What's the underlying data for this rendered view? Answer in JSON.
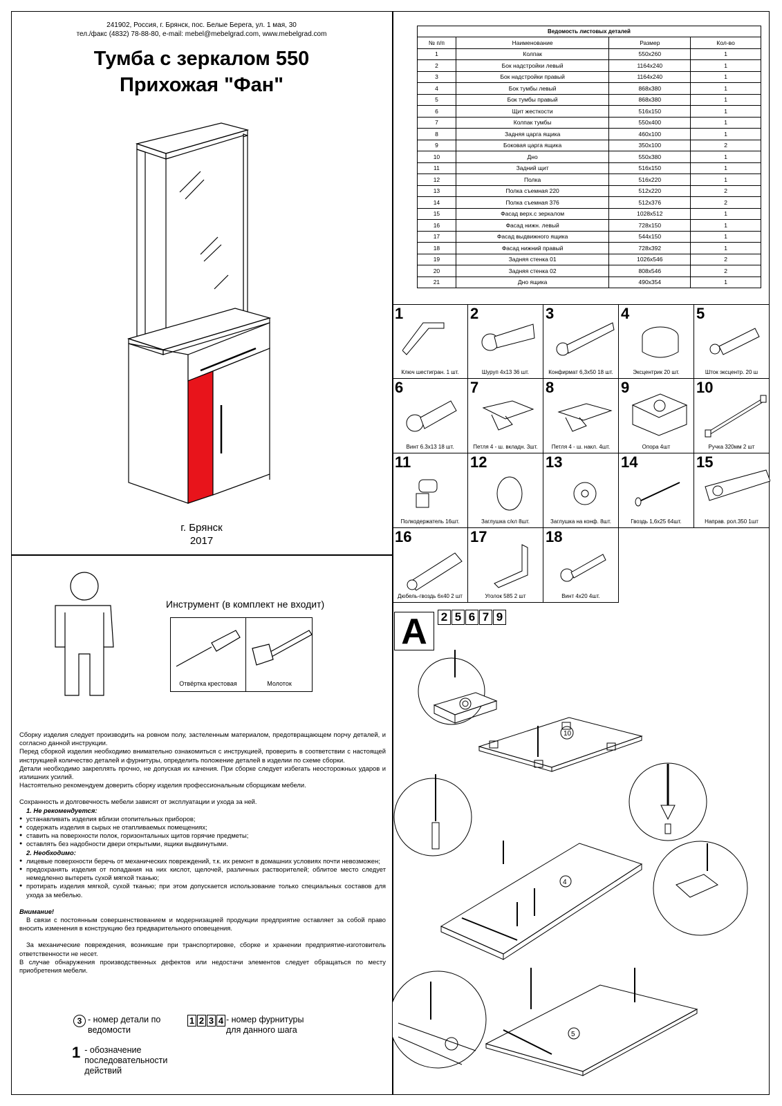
{
  "header": {
    "address_line1": "241902, Россия, г. Брянск, пос. Белые Берега, ул. 1 мая, 30",
    "address_line2": "тел./факс (4832) 78-88-80, e-mail: mebel@mebelgrad.com, www.mebelgrad.com",
    "title_line1": "Тумба с зеркалом 550",
    "title_line2": "Прихожая \"Фан\"",
    "city": "г. Брянск",
    "year": "2017"
  },
  "parts_table": {
    "caption": "Ведомость листовых деталей",
    "headers": [
      "№ п/п",
      "Наименование",
      "Размер",
      "Кол-во"
    ],
    "rows": [
      [
        "1",
        "Колпак",
        "550х260",
        "1"
      ],
      [
        "2",
        "Бок надстройки левый",
        "1164х240",
        "1"
      ],
      [
        "3",
        "Бок надстройки правый",
        "1164х240",
        "1"
      ],
      [
        "4",
        "Бок тумбы левый",
        "868х380",
        "1"
      ],
      [
        "5",
        "Бок тумбы правый",
        "868х380",
        "1"
      ],
      [
        "6",
        "Щит жесткости",
        "516х150",
        "1"
      ],
      [
        "7",
        "Колпак тумбы",
        "550х400",
        "1"
      ],
      [
        "8",
        "Задняя царга ящика",
        "460х100",
        "1"
      ],
      [
        "9",
        "Боковая царга ящика",
        "350х100",
        "2"
      ],
      [
        "10",
        "Дно",
        "550х380",
        "1"
      ],
      [
        "11",
        "Задний щит",
        "516х150",
        "1"
      ],
      [
        "12",
        "Полка",
        "516х220",
        "1"
      ],
      [
        "13",
        "Полка съемная 220",
        "512х220",
        "2"
      ],
      [
        "14",
        "Полка съемная 376",
        "512х376",
        "2"
      ],
      [
        "15",
        "Фасад верх.с зеркалом",
        "1028х512",
        "1"
      ],
      [
        "16",
        "Фасад нижн. левый",
        "728х150",
        "1"
      ],
      [
        "17",
        "Фасад выдвижного ящика",
        "544х150",
        "1"
      ],
      [
        "18",
        "Фасад нижний правый",
        "728х392",
        "1"
      ],
      [
        "19",
        "Задняя стенка 01",
        "1026х546",
        "2"
      ],
      [
        "20",
        "Задняя стенка 02",
        "808х546",
        "2"
      ],
      [
        "21",
        "Дно ящика",
        "490х354",
        "1"
      ]
    ]
  },
  "hardware": [
    {
      "num": "1",
      "caption": "Ключ шестигран. 1 шт.",
      "icon": "hex-key-icon"
    },
    {
      "num": "2",
      "caption": "Шуруп 4х13 36 шт.",
      "icon": "screw-icon"
    },
    {
      "num": "3",
      "caption": "Конфирмат 6,3х50 18 шт.",
      "icon": "confirmat-icon"
    },
    {
      "num": "4",
      "caption": "Эксцентрик 20 шт.",
      "icon": "eccentric-icon"
    },
    {
      "num": "5",
      "caption": "Шток эксцентр. 20 ш",
      "icon": "eccentric-rod-icon"
    },
    {
      "num": "6",
      "caption": "Винт 6.3х13 18 шт.",
      "icon": "euro-screw-icon"
    },
    {
      "num": "7",
      "caption": "Петля 4 - ш. вкладн. 3шт.",
      "icon": "hinge-insert-icon"
    },
    {
      "num": "8",
      "caption": "Петля 4 - ш. накл. 4шт.",
      "icon": "hinge-overlay-icon"
    },
    {
      "num": "9",
      "caption": "Опора 4шт",
      "icon": "support-icon"
    },
    {
      "num": "10",
      "caption": "Ручка 320мм 2 шт",
      "icon": "handle-icon"
    },
    {
      "num": "11",
      "caption": "Полкодержатель 16шт.",
      "icon": "shelf-holder-icon"
    },
    {
      "num": "12",
      "caption": "Заглушка с/кл 8шт.",
      "icon": "cap-icon"
    },
    {
      "num": "13",
      "caption": "Заглушка на конф. 8шт.",
      "icon": "confirmat-cap-icon"
    },
    {
      "num": "14",
      "caption": "Гвоздь 1,6х25 64шт.",
      "icon": "nail-icon"
    },
    {
      "num": "15",
      "caption": "Направ. рол.350 1шт",
      "icon": "roller-guide-icon"
    },
    {
      "num": "16",
      "caption": "Дюбель-гвоздь 6х40 2 шт",
      "icon": "dowel-nail-icon"
    },
    {
      "num": "17",
      "caption": "Уголок 585 2 шт",
      "icon": "corner-bracket-icon"
    },
    {
      "num": "18",
      "caption": "Винт 4х20 4шт.",
      "icon": "screw-long-icon"
    }
  ],
  "step_a": {
    "label": "А",
    "hardware_boxes": [
      "2",
      "5",
      "6",
      "7",
      "9"
    ],
    "part_labels": [
      "10",
      "4",
      "5"
    ]
  },
  "tools": {
    "title": "Инструмент (в комплект не входит)",
    "screwdriver": "Отвёртка крестовая",
    "hammer": "Молоток"
  },
  "instructions": {
    "p1": "Сборку изделия следует производить на ровном полу, застеленным материалом, предотвращающем порчу деталей, и согласно данной инструкции.",
    "p2": "Перед сборкой изделия необходимо внимательно ознакомиться с инструкцией, проверить в соответствии с настоящей инструкцией количество деталей и фурнитуры, определить положение деталей в изделии по схеме сборки.",
    "p3": "Детали необходимо закреплять прочно, не допуская их качения. При сборке следует избегать неосторожных ударов и излишних усилий.",
    "p4": "Настоятельно рекомендуем доверить сборку изделия профессиональным сборщикам мебели.",
    "p5": "Сохранность и долговечность мебели зависят от эксплуатации и ухода за ней.",
    "h1": "1. Не рекомендуется:",
    "n1": "устанавливать изделия вблизи отопительных приборов;",
    "n2": "содержать изделия в сырых не отапливаемых помещениях;",
    "n3": "ставить на поверхности полок, горизонтальных щитов горячие предметы;",
    "n4": "оставлять без надобности двери открытыми, ящики выдвинутыми.",
    "h2": "2. Необходимо:",
    "r1": "лицевые поверхности беречь от механических повреждений, т.к. их ремонт в домашних условиях почти невозможен;",
    "r2": "предохранять изделия от попадания на них кислот, щелочей, различных растворителей; облитое место следует немедленно вытереть сухой мягкой тканью;",
    "r3": "протирать изделия мягкой, сухой тканью; при этом допускается использование только специальных составов для ухода за мебелью.",
    "h3": "Внимание!",
    "w1": "В связи с постоянным совершенствованием и модернизацией продукции предприятие оставляет за собой право вносить изменения в конструкцию без предварительного оповещения.",
    "w2": "За механические повреждения, возникшие при транспортировке, сборке и хранении предприятие-изготовитель ответственности не несет.",
    "w3": "В случае обнаружения производственных дефектов или недостачи элементов следует обращаться по месту приобретения мебели."
  },
  "legend": {
    "part_symbol": "3",
    "part_text": "- номер детали по ведомости",
    "hw_boxes": [
      "1",
      "2",
      "3",
      "4"
    ],
    "hw_text": "- номер фурнитуры для данного шага",
    "step_symbol": "1",
    "step_text": "- обозначение последовательности действий"
  },
  "colors": {
    "accent": "#e8141b"
  }
}
